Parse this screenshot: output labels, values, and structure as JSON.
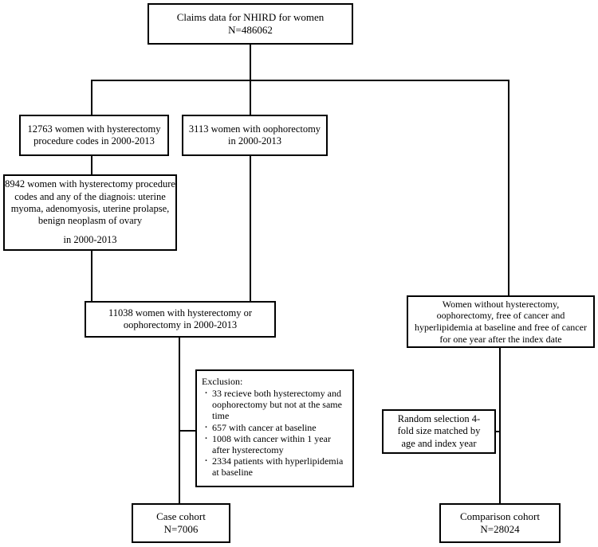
{
  "diagram": {
    "title": "Study cohort selection flow diagram",
    "type": "flowchart",
    "background_color": "#ffffff",
    "line_color": "#000000",
    "nodes": {
      "root": {
        "line1": "Claims data for NHIRD for women",
        "line2": "N=486062"
      },
      "hysterectomy": {
        "line1": "12763 women with hysterectomy",
        "line2": "procedure codes in 2000-2013"
      },
      "oophorectomy": {
        "line1": "3113 women with oophorectomy",
        "line2": "in 2000-2013"
      },
      "diagnosis": {
        "line1": "8942 women with hysterectomy procedure",
        "line2": "codes and any of the diagnois: uterine",
        "line3": "myoma, adenomyosis, uterine prolapse,",
        "line4": "benign neoplasm of ovary",
        "line5": "in 2000-2013"
      },
      "combined": {
        "line1": "11038 women with hysterectomy or",
        "line2": "oophorectomy in 2000-2013"
      },
      "exclusion": {
        "title": "Exclusion:",
        "items": [
          "33 recieve both hysterectomy and oophorectomy but not at the same time",
          "657 with cancer at baseline",
          "1008 with cancer  within 1 year after hysterectomy",
          "2334 patients with hyperlipidemia at baseline"
        ]
      },
      "unexposed": {
        "line1": "Women without hysterectomy,",
        "line2": "oophorectomy, free of cancer and",
        "line3": "hyperlipidemia at baseline and free of cancer",
        "line4": "for one year after the index date"
      },
      "random_selection": {
        "line1": "Random selection 4-",
        "line2": "fold size matched by",
        "line3": "age and index year"
      },
      "case_cohort": {
        "line1": "Case cohort",
        "line2": "N=7006"
      },
      "comparison_cohort": {
        "line1": "Comparison cohort",
        "line2": "N=28024"
      }
    }
  }
}
